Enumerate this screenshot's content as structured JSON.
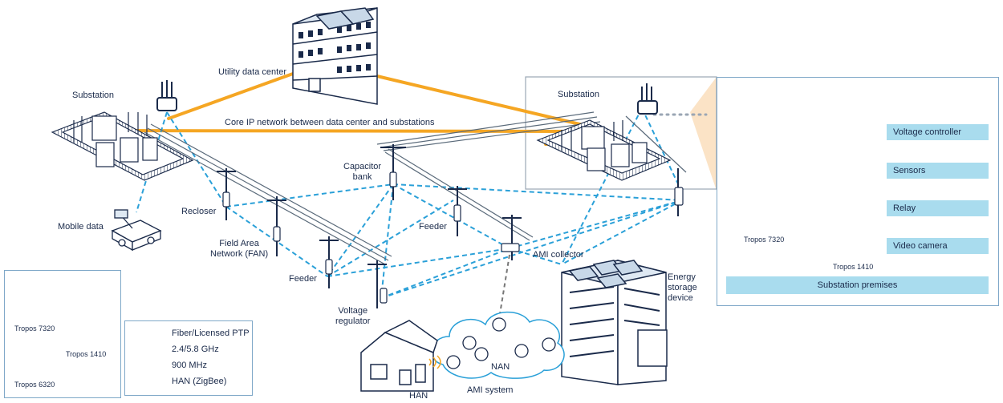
{
  "labels": {
    "utility_data_center": "Utility data center",
    "substation_left": "Substation",
    "substation_right": "Substation",
    "core_ip": "Core IP network between data center and substations",
    "mobile_data": "Mobile data",
    "recloser": "Recloser",
    "fan": "Field Area\nNetwork (FAN)",
    "feeder_left": "Feeder",
    "feeder_right": "Feeder",
    "capacitor_bank": "Capacitor\nbank",
    "ami_collector": "AMI collector",
    "voltage_regulator": "Voltage\nregulator",
    "energy_storage": "Energy\nstorage\ndevice",
    "han": "HAN",
    "nan": "NAN",
    "ami_system": "AMI system"
  },
  "premises_panel": {
    "title": "Substation premises",
    "router_label": "Tropos 7320",
    "node_label": "Tropos 1410",
    "items": [
      "Voltage controller",
      "Sensors",
      "Relay",
      "Video camera"
    ]
  },
  "devices_panel": {
    "items": [
      "Tropos 7320",
      "Tropos 1410",
      "Tropos 6320"
    ]
  },
  "legend": {
    "items": [
      {
        "label": "Fiber/Licensed PTP",
        "style": "solid",
        "color": "#f5a623"
      },
      {
        "label": "2.4/5.8 GHz",
        "style": "dashed",
        "color": "#2aa0d8"
      },
      {
        "label": "900 MHz",
        "style": "dashed",
        "color": "#777777"
      },
      {
        "label": "HAN (ZigBee)",
        "style": "waves",
        "color": "#f5a623"
      }
    ]
  },
  "colors": {
    "fiber": "#f5a623",
    "wifi": "#2aa0d8",
    "mhz900": "#777777",
    "navy": "#1a2a4a",
    "panel_border": "#7fa8c8",
    "pill_fill": "#a9dcee",
    "solar": "#c8d8e8"
  }
}
